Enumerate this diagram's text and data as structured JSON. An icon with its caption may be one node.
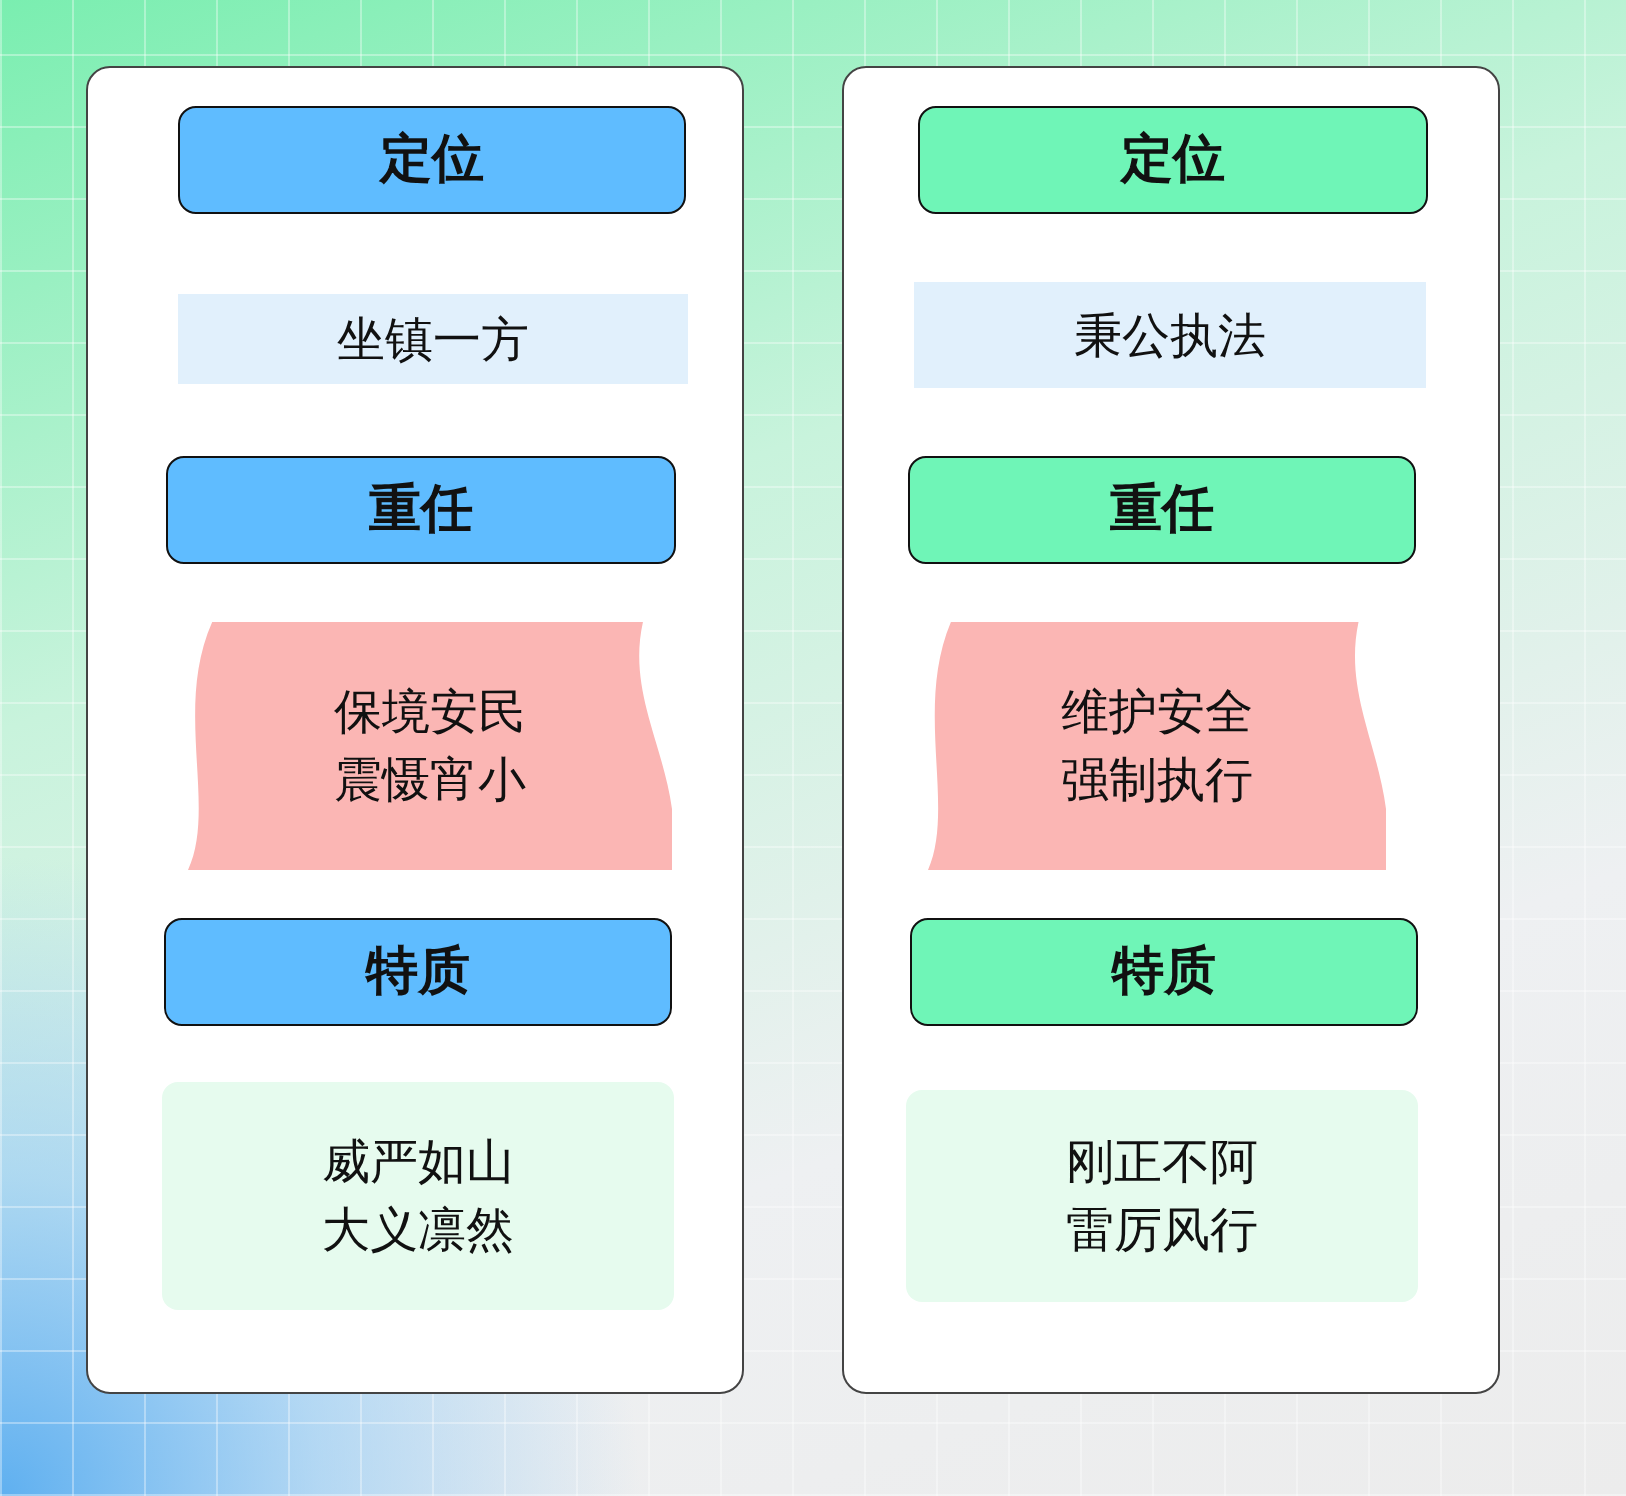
{
  "diagram": {
    "nodes": [
      {
        "text": [],
        "shape": "box"
      },
      {
        "text": [
          "定位"
        ],
        "in": 0
      },
      {
        "text": [
          "坐镇一方"
        ],
        "in": 0
      },
      {
        "text": [
          "重任"
        ],
        "in": 0
      },
      {
        "text": [
          "保境安民",
          "震慑宵小"
        ],
        "in": 0
      },
      {
        "text": [
          "特质"
        ],
        "in": 0
      },
      {
        "text": [
          "威严如山",
          "大义凛然"
        ],
        "in": 0
      },
      {
        "text": [],
        "shape": "box"
      },
      {
        "text": [
          "定位"
        ],
        "in": 7
      },
      {
        "text": [
          "秉公执法"
        ],
        "in": 7
      },
      {
        "text": [
          "重任"
        ],
        "in": 7
      },
      {
        "text": [
          "维护安全",
          "强制执行"
        ],
        "in": 7
      },
      {
        "text": [
          "特质"
        ],
        "in": 7
      },
      {
        "text": [
          "刚正不阿",
          "雷厉风行"
        ],
        "in": 7
      }
    ]
  }
}
